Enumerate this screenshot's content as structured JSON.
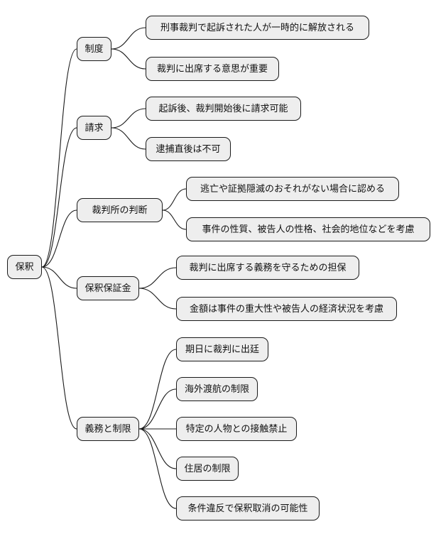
{
  "root": {
    "label": "保釈"
  },
  "branches": [
    {
      "label": "制度",
      "leaves": [
        "刑事裁判で起訴された人が一時的に解放される",
        "裁判に出席する意思が重要"
      ]
    },
    {
      "label": "請求",
      "leaves": [
        "起訴後、裁判開始後に請求可能",
        "逮捕直後は不可"
      ]
    },
    {
      "label": "裁判所の判断",
      "leaves": [
        "逃亡や証拠隠滅のおそれがない場合に認める",
        "事件の性質、被告人の性格、社会的地位などを考慮"
      ]
    },
    {
      "label": "保釈保証金",
      "leaves": [
        "裁判に出席する義務を守るための担保",
        "金額は事件の重大性や被告人の経済状況を考慮"
      ]
    },
    {
      "label": "義務と制限",
      "leaves": [
        "期日に裁判に出廷",
        "海外渡航の制限",
        "特定の人物との接触禁止",
        "住居の制限",
        "条件違反で保釈取消の可能性"
      ]
    }
  ]
}
